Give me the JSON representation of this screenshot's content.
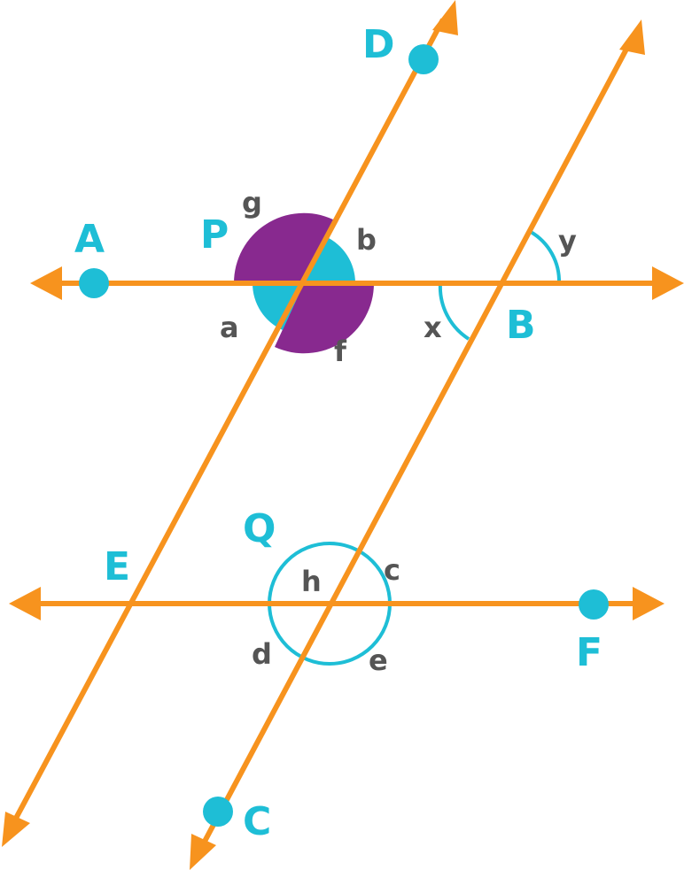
{
  "colors": {
    "line": "#F7931E",
    "point": "#1EBED6",
    "angle_dark": "#88298F",
    "angle_light": "#1EBED6",
    "label_angle": "#555555"
  },
  "points": {
    "A": "A",
    "B": "B",
    "C": "C",
    "D": "D",
    "E": "E",
    "F": "F",
    "P": "P",
    "Q": "Q"
  },
  "angles": {
    "a": "a",
    "b": "b",
    "c": "c",
    "d": "d",
    "e": "e",
    "f": "f",
    "g": "g",
    "h": "h",
    "x": "x",
    "y": "y"
  }
}
